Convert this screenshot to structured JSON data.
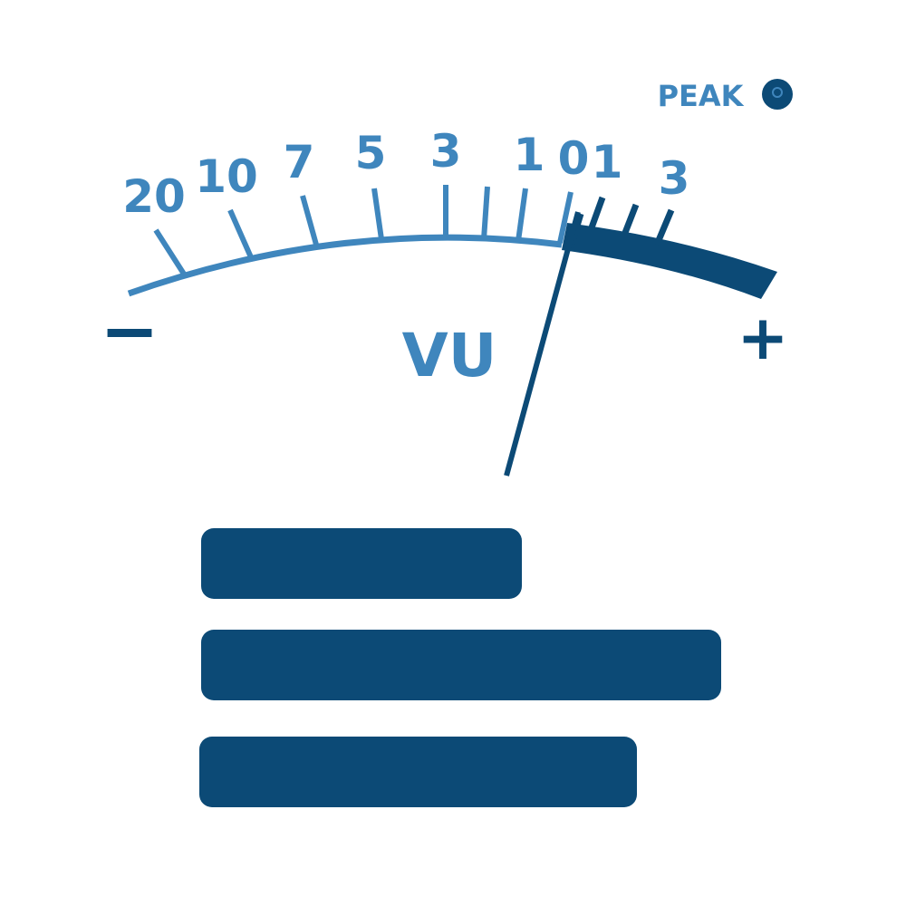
{
  "meter": {
    "peak_label": "PEAK",
    "unit_label": "VU",
    "minus_label": "−",
    "plus_label": "+",
    "scale_labels": [
      "20",
      "10",
      "7",
      "5",
      "3",
      "1",
      "0",
      "1",
      "3"
    ],
    "colors": {
      "scale": "#3f86bd",
      "dark": "#0c4a76",
      "background": "#ffffff"
    },
    "icons": {
      "peak_indicator": "led-dot-icon"
    }
  },
  "bars": {
    "color": "#0c4a76",
    "levels": [
      0.62,
      1.0,
      0.84
    ]
  }
}
